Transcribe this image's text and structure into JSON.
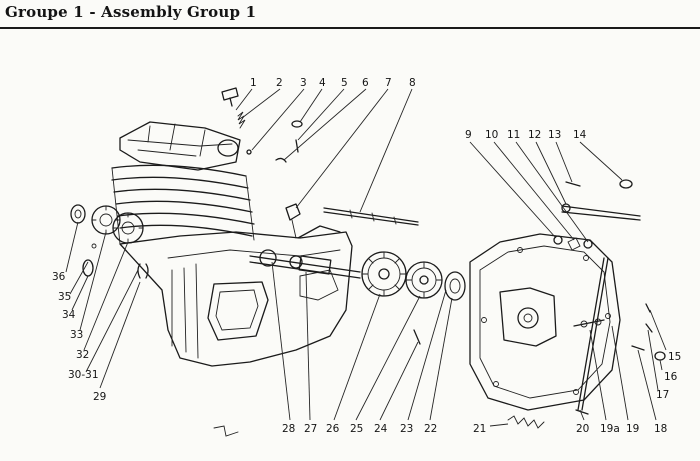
{
  "header": {
    "title": "Groupe 1 - Assembly Group 1"
  },
  "callouts": {
    "n1": "1",
    "n2": "2",
    "n3": "3",
    "n4": "4",
    "n5": "5",
    "n6": "6",
    "n7": "7",
    "n8": "8",
    "n9": "9",
    "n10": "10",
    "n11": "11",
    "n12": "12",
    "n13": "13",
    "n14": "14",
    "n15": "15",
    "n16": "16",
    "n17": "17",
    "n18": "18",
    "n19": "19",
    "n19a": "19a",
    "n20": "20",
    "n21": "21",
    "n22": "22",
    "n23": "23",
    "n24": "24",
    "n25": "25",
    "n26": "26",
    "n27": "27",
    "n28": "28",
    "n29": "29",
    "n3031": "30-31",
    "n32": "32",
    "n33": "33",
    "n34": "34",
    "n35": "35",
    "n36": "36"
  }
}
